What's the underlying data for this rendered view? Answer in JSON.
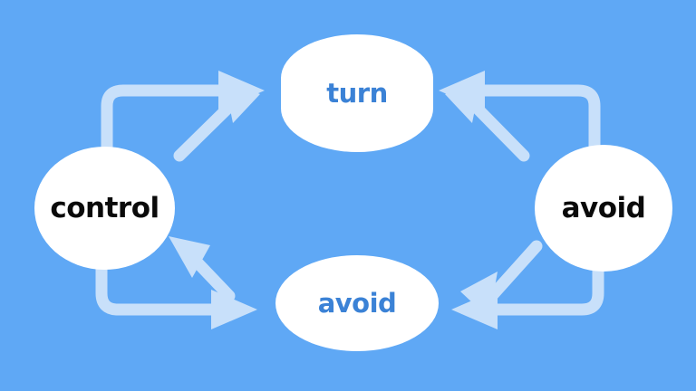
{
  "diagram": {
    "type": "cycle-diagram",
    "background_color": "#5fa8f5",
    "arrow_color": "#c8e0fa",
    "node_fill_color": "#ffffff",
    "nodes": [
      {
        "id": "control",
        "label": "control",
        "shape": "circle",
        "text_color": "#0a0a0a",
        "position": "left"
      },
      {
        "id": "turn",
        "label": "turn",
        "shape": "pill",
        "text_color": "#3b82d6",
        "position": "top"
      },
      {
        "id": "avoid-right",
        "label": "avoid",
        "shape": "circle",
        "text_color": "#0a0a0a",
        "position": "right"
      },
      {
        "id": "avoid-bottom",
        "label": "avoid",
        "shape": "pill",
        "text_color": "#3b82d6",
        "position": "bottom"
      }
    ],
    "connectors": [
      {
        "id": "control-to-turn-elbow",
        "from": "control",
        "to": "turn",
        "style": "elbow",
        "quadrant": "top-left"
      },
      {
        "id": "control-to-turn-diagonal",
        "from": "control",
        "to": "turn",
        "style": "diagonal",
        "quadrant": "top-left"
      },
      {
        "id": "avoid-right-to-turn-elbow",
        "from": "avoid-right",
        "to": "turn",
        "style": "elbow",
        "quadrant": "top-right"
      },
      {
        "id": "avoid-right-to-turn-diagonal",
        "from": "avoid-right",
        "to": "turn",
        "style": "diagonal",
        "quadrant": "top-right"
      },
      {
        "id": "control-to-avoid-elbow",
        "from": "control",
        "to": "avoid-bottom",
        "style": "elbow",
        "quadrant": "bottom-left"
      },
      {
        "id": "avoid-to-control-diagonal",
        "from": "avoid-bottom",
        "to": "control",
        "style": "diagonal",
        "quadrant": "bottom-left"
      },
      {
        "id": "avoid-right-to-avoid-elbow",
        "from": "avoid-right",
        "to": "avoid-bottom",
        "style": "elbow",
        "quadrant": "bottom-right"
      },
      {
        "id": "avoid-right-to-avoid-diag",
        "from": "avoid-right",
        "to": "avoid-bottom",
        "style": "diagonal",
        "quadrant": "bottom-right"
      }
    ]
  }
}
